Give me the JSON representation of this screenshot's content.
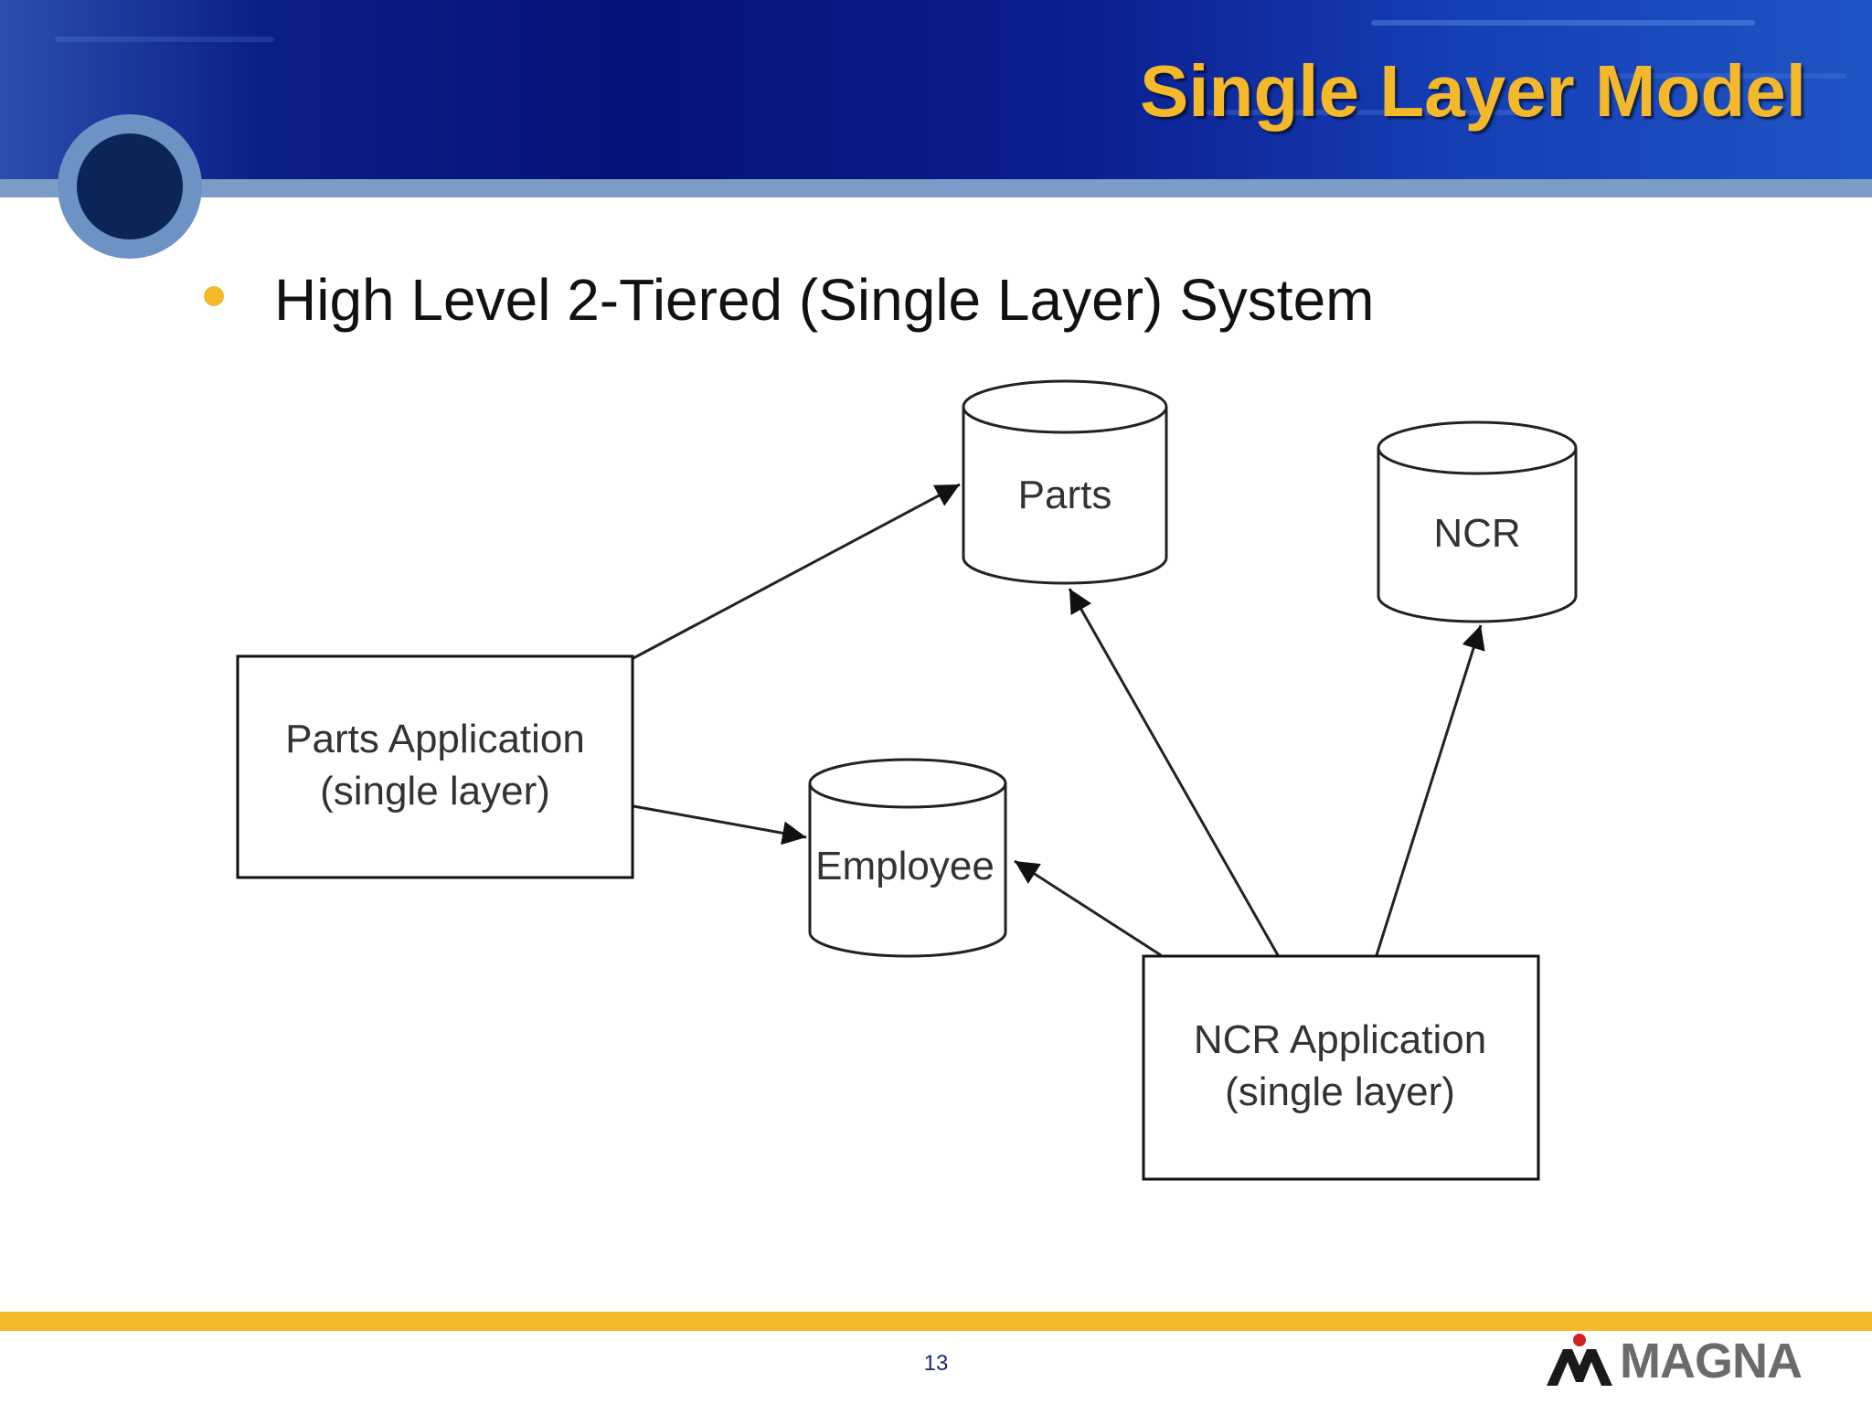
{
  "slide": {
    "title": "Single Layer Model",
    "bullet": "High Level 2-Tiered (Single Layer) System",
    "page_number": "13",
    "logo_text": "MAGNA"
  },
  "diagram": {
    "applications": [
      {
        "id": "parts-app",
        "line1": "Parts Application",
        "line2": "(single layer)"
      },
      {
        "id": "ncr-app",
        "line1": "NCR Application",
        "line2": "(single layer)"
      }
    ],
    "databases": [
      {
        "id": "parts-db",
        "label": "Parts"
      },
      {
        "id": "ncr-db",
        "label": "NCR"
      },
      {
        "id": "employee-db",
        "label": "Employee"
      }
    ],
    "edges": [
      {
        "from": "parts-app",
        "to": "parts-db"
      },
      {
        "from": "parts-app",
        "to": "employee-db"
      },
      {
        "from": "ncr-app",
        "to": "parts-db"
      },
      {
        "from": "ncr-app",
        "to": "ncr-db"
      },
      {
        "from": "ncr-app",
        "to": "employee-db"
      }
    ]
  },
  "colors": {
    "title": "#f4b92b",
    "accent": "#f4b92b",
    "header_dark": "#06127a",
    "band": "#7a9cc6"
  }
}
